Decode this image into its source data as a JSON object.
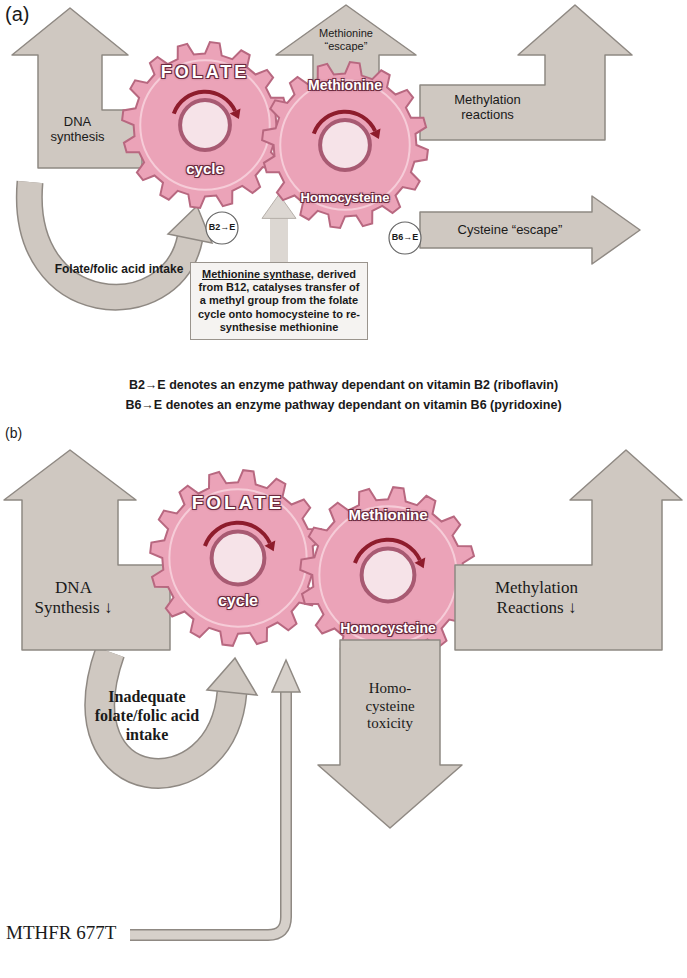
{
  "diagram": {
    "nodes": [
      {
        "text": [
          "DNA synthesis"
        ]
      },
      {
        "text": [
          "Methionine “escape”"
        ]
      },
      {
        "text": [
          "Methylation reactions"
        ]
      },
      {
        "text": [
          "FOLATE",
          "cycle"
        ]
      },
      {
        "text": [
          "Methionine",
          "Homocysteine"
        ]
      },
      {
        "text": [
          "Cysteine “escape”"
        ]
      },
      {
        "text": [
          "B2→E"
        ]
      },
      {
        "text": [
          "B6→E"
        ]
      },
      {
        "text": [
          "Methionine synthase",
          ", derived from B12, catalyses transfer of a methyl group from the folate cycle onto homocysteine to re-synthesise methionine"
        ]
      },
      {
        "text": [
          "DNA Synthesis ↓"
        ]
      },
      {
        "text": [
          "FOLATE",
          "cycle"
        ]
      },
      {
        "text": [
          "Methionine",
          "Homocysteine"
        ]
      },
      {
        "text": [
          "Methylation Reactions ↓"
        ]
      },
      {
        "text": [
          "Homo-cysteine toxicity"
        ]
      }
    ],
    "edges": [
      {
        "from": 8,
        "to": 4,
        "arrow": "to"
      }
    ],
    "labels": [
      "(a)",
      "Folate/folic acid intake",
      "B2→E denotes an enzyme pathway dependant on vitamin B2 (riboflavin)",
      "B6→E denotes an enzyme pathway dependant on vitamin B6 (pyridoxine)",
      "(b)",
      "Inadequate folate/folic acid intake",
      "MTHFR 677T"
    ]
  }
}
